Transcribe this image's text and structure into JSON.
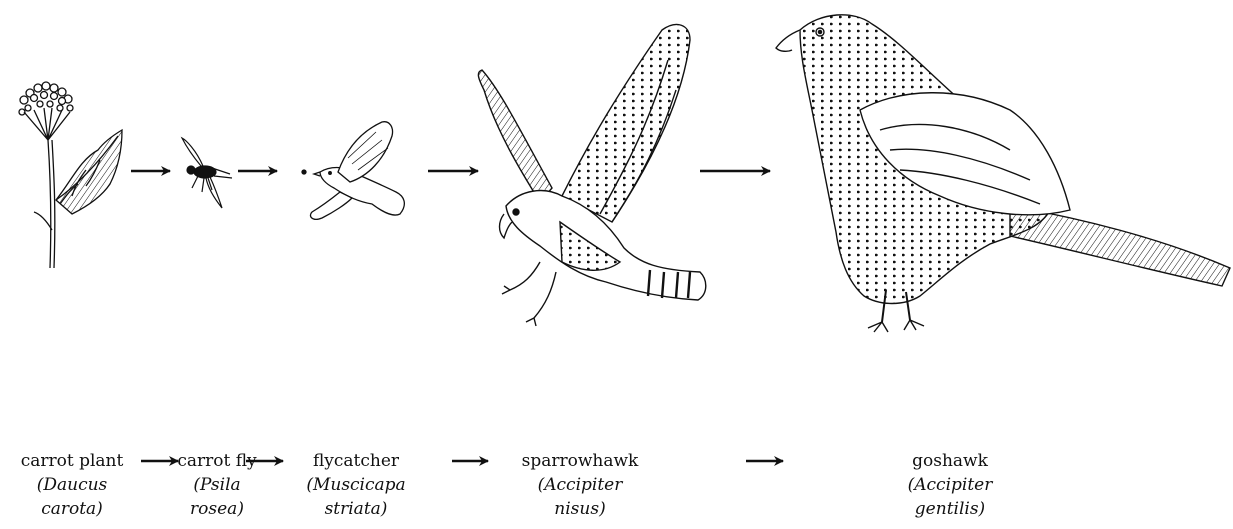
{
  "food_chain": [
    {
      "common": "carrot plant",
      "scientific_1": "(Daucus",
      "scientific_2": "carota)",
      "icon": "carrot-plant-icon"
    },
    {
      "common": "carrot fly",
      "scientific_1": "(Psila",
      "scientific_2": "rosea)",
      "icon": "carrot-fly-icon"
    },
    {
      "common": "flycatcher",
      "scientific_1": "(Muscicapa",
      "scientific_2": "striata)",
      "icon": "flycatcher-icon"
    },
    {
      "common": "sparrowhawk",
      "scientific_1": "(Accipiter",
      "scientific_2": "nisus)",
      "icon": "sparrowhawk-icon"
    },
    {
      "common": "goshawk",
      "scientific_1": "(Accipiter",
      "scientific_2": "gentilis)",
      "icon": "goshawk-icon"
    }
  ],
  "arrow_color": "#111111",
  "ink_color": "#111111"
}
